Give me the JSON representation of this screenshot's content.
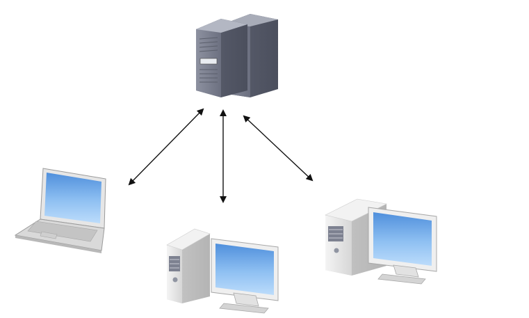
{
  "diagram": {
    "type": "client-server network",
    "nodes": [
      {
        "id": "server",
        "icon": "server-rack-icon",
        "count": 2
      },
      {
        "id": "client-laptop",
        "icon": "laptop-icon"
      },
      {
        "id": "client-desktop-center",
        "icon": "desktop-computer-icon"
      },
      {
        "id": "client-desktop-right",
        "icon": "desktop-computer-icon"
      }
    ],
    "edges": [
      {
        "from": "server",
        "to": "client-laptop",
        "style": "bidirectional-arrow"
      },
      {
        "from": "server",
        "to": "client-desktop-center",
        "style": "bidirectional-arrow"
      },
      {
        "from": "server",
        "to": "client-desktop-right",
        "style": "bidirectional-arrow"
      }
    ],
    "colors": {
      "background": "#ffffff",
      "server_body": "#7d8190",
      "screen": "#7fb6ee",
      "computer_case": "#e9e9e9",
      "arrow": "#111111"
    }
  }
}
